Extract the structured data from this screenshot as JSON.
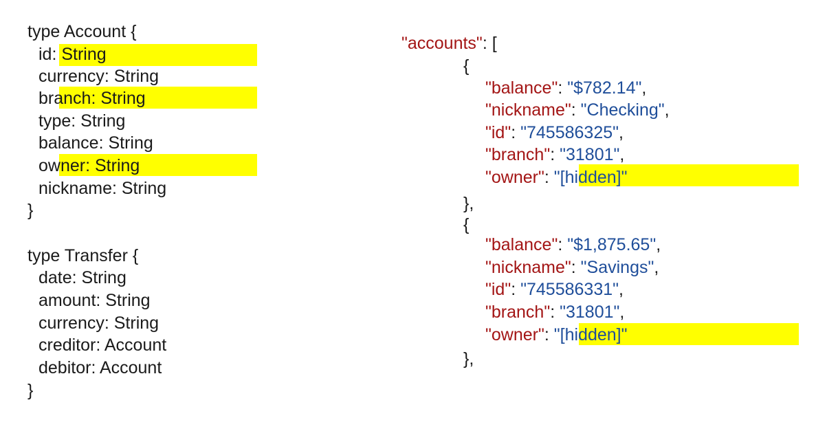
{
  "schema": {
    "account": {
      "header": "type Account {",
      "fields": [
        {
          "pre": "id: ",
          "post": "String"
        },
        {
          "pre": "currency: String",
          "post": ""
        },
        {
          "pre": "bra",
          "post": "nch: String"
        },
        {
          "pre": "type: String",
          "post": ""
        },
        {
          "pre": "balance: String",
          "post": ""
        },
        {
          "pre": "ow",
          "post": "ner: String"
        },
        {
          "pre": "nickname: String",
          "post": ""
        }
      ],
      "close": "}"
    },
    "transfer": {
      "header": "type Transfer {",
      "fields": [
        "date: String",
        "amount: String",
        "currency: String",
        "creditor: Account",
        "debitor: Account"
      ],
      "close": "}"
    }
  },
  "json_example": {
    "accounts_key": "\"accounts\"",
    "accounts_open": ": [",
    "open_brace": "{",
    "close_brace": "},",
    "objects": [
      {
        "fields": [
          {
            "key": "\"balance\"",
            "value": "\"$782.14\"",
            "end": ","
          },
          {
            "key": "\"nickname\"",
            "value": "\"Checking\"",
            "end": ","
          },
          {
            "key": "\"id\"",
            "value": "\"745586325\"",
            "end": ","
          },
          {
            "key": "\"branch\"",
            "value": "\"31801\"",
            "end": ","
          },
          {
            "key": "\"owner\"",
            "value_pre": "\"[h",
            "value_post": "idden]\"",
            "end": ""
          }
        ]
      },
      {
        "fields": [
          {
            "key": "\"balance\"",
            "value": "\"$1,875.65\"",
            "end": ","
          },
          {
            "key": "\"nickname\"",
            "value": "\"Savings\"",
            "end": ","
          },
          {
            "key": "\"id\"",
            "value": "\"745586331\"",
            "end": ","
          },
          {
            "key": "\"branch\"",
            "value": "\"31801\"",
            "end": ","
          },
          {
            "key": "\"owner\"",
            "value_pre": "\"[h",
            "value_post": "idden]\"",
            "end": ""
          }
        ]
      }
    ]
  },
  "colors": {
    "highlight": "#ffff00",
    "json_key": "#a31515",
    "json_string": "#1f4e9a",
    "text": "#1a1a1a"
  }
}
